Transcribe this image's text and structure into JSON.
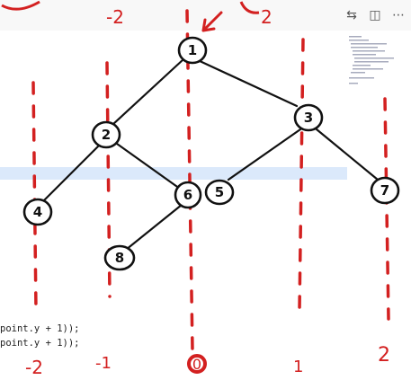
{
  "toolbar": {
    "icons": [
      "compare-icon",
      "split-editor-icon",
      "more-icon"
    ],
    "glyphs": [
      "⇆",
      "◫",
      "⋯"
    ]
  },
  "code": {
    "line1": "point.y + 1));",
    "line2": "point.y + 1));"
  },
  "tree": {
    "nodes": [
      "1",
      "2",
      "3",
      "4",
      "6",
      "5",
      "7",
      "8"
    ],
    "edges": [
      [
        "1",
        "2"
      ],
      [
        "1",
        "3"
      ],
      [
        "2",
        "4"
      ],
      [
        "2",
        "6"
      ],
      [
        "3",
        "5"
      ],
      [
        "3",
        "7"
      ],
      [
        "6",
        "8"
      ]
    ]
  },
  "annotations": {
    "top_left": "-2",
    "top_right": "2",
    "bottom_labels": [
      "-2",
      "-1",
      "0",
      "1",
      "2"
    ]
  },
  "colors": {
    "annotation": "#d32020",
    "highlight": "#dbe9fb",
    "ink": "#111111"
  }
}
